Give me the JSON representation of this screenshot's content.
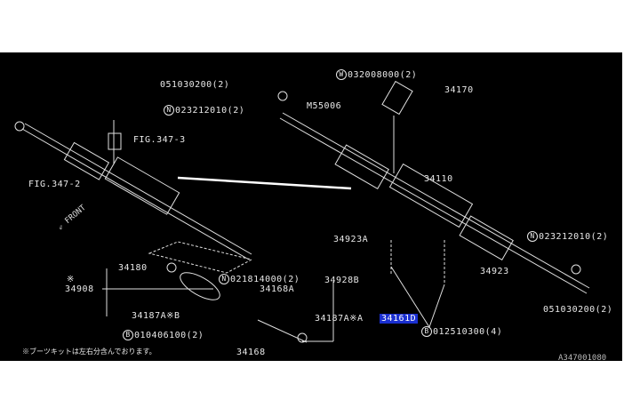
{
  "diagram": {
    "labels": {
      "bolt_left_top": "051030200(2)",
      "nut_left_top": "023212010(2)",
      "fig_347_3": "FIG.347-3",
      "fig_347_2": "FIG.347-2",
      "front": "FRONT",
      "washer_top": "032008000(2)",
      "part_34170": "34170",
      "m55006": "M55006",
      "part_34110": "34110",
      "part_34923A": "34923A",
      "nut_right": "023212010(2)",
      "part_34923": "34923",
      "bolt_right": "051030200(2)",
      "part_34180": "34180",
      "part_34908_mark": "※",
      "part_34908": "34908",
      "nut_021814000": "021814000(2)",
      "part_34168A": "34168A",
      "part_34928B": "34928B",
      "part_34187A_A": "34187A※A",
      "part_34161D": "34161D",
      "part_34187A_B": "34187A※B",
      "bolt_010406100": "010406100(2)",
      "bolt_012510300": "012510300(4)",
      "part_34168": "34168",
      "footnote": "※ブーツキットは左右分含んでおります。",
      "drawing_code": "A347001080"
    },
    "prefixes": {
      "n": "N",
      "w": "W",
      "b": "B"
    },
    "highlight_color": "#1a2fd0"
  }
}
